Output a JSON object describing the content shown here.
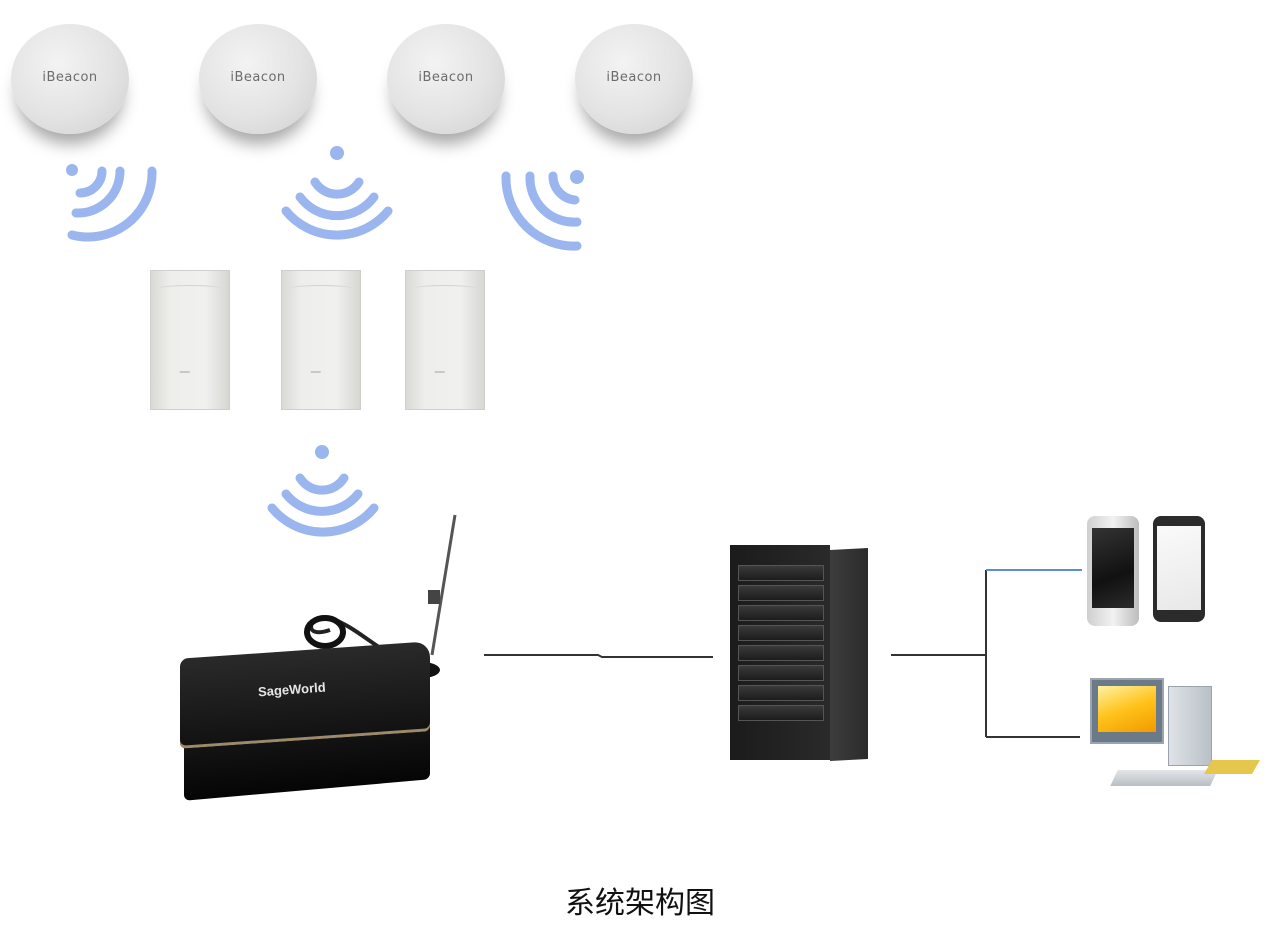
{
  "beacons": [
    {
      "label": "iBeacon"
    },
    {
      "label": "iBeacon"
    },
    {
      "label": "iBeacon"
    },
    {
      "label": "iBeacon"
    }
  ],
  "base_station": {
    "label": "SageWorld"
  },
  "caption": "系统架构图",
  "colors": {
    "signal": "#9bb6ee",
    "network_line": "#333333",
    "network_line_blue": "#5a8fd6"
  }
}
